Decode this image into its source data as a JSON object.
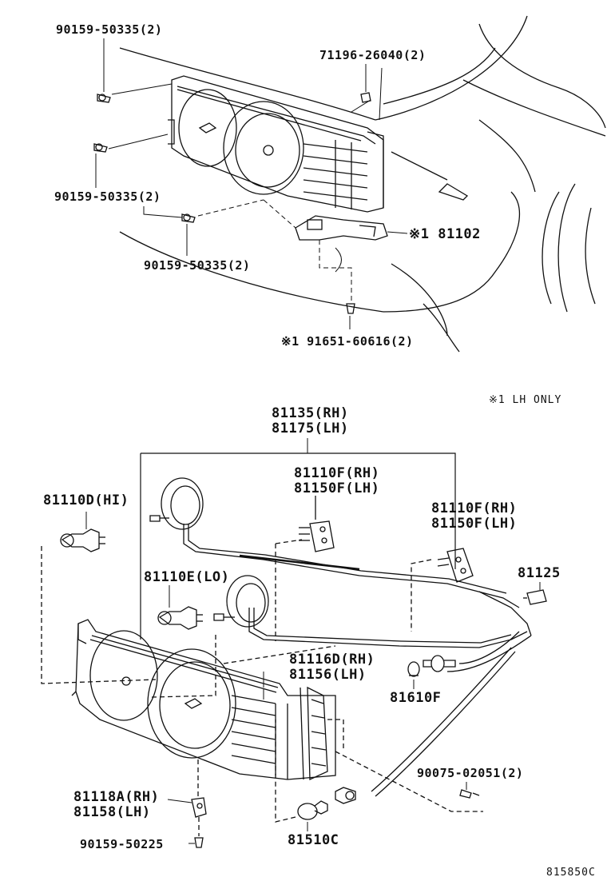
{
  "diagram": {
    "drawing_code": "815850C",
    "note": "※1  LH  ONLY",
    "callouts": {
      "screw_top_left": "90159-50335(2)",
      "clip_top": "71196-26040(2)",
      "screw_mid_left": "90159-50335(2)",
      "screw_bottom_left": "90159-50335(2)",
      "bracket_lh_only": "※1 81102",
      "bolt_lh_only": "※1 91651-60616(2)",
      "assembly_rh": "81135(RH)",
      "assembly_lh": "81175(LH)",
      "socket_center_rh": "81110F(RH)",
      "socket_center_lh": "81150F(LH)",
      "bulb_hi": "81110D(HI)",
      "socket_right_rh": "81110F(RH)",
      "socket_right_lh": "81150F(LH)",
      "connector": "81125",
      "bulb_lo": "81110E(LO)",
      "unit_rh": "81116D(RH)",
      "unit_lh": "81156(LH)",
      "bulb_small": "81610F",
      "screw_right": "90075-02051(2)",
      "bracket_rh": "81118A(RH)",
      "bracket_lh": "81158(LH)",
      "screw_bottom": "90159-50225",
      "bulb_turn": "81510C"
    }
  }
}
